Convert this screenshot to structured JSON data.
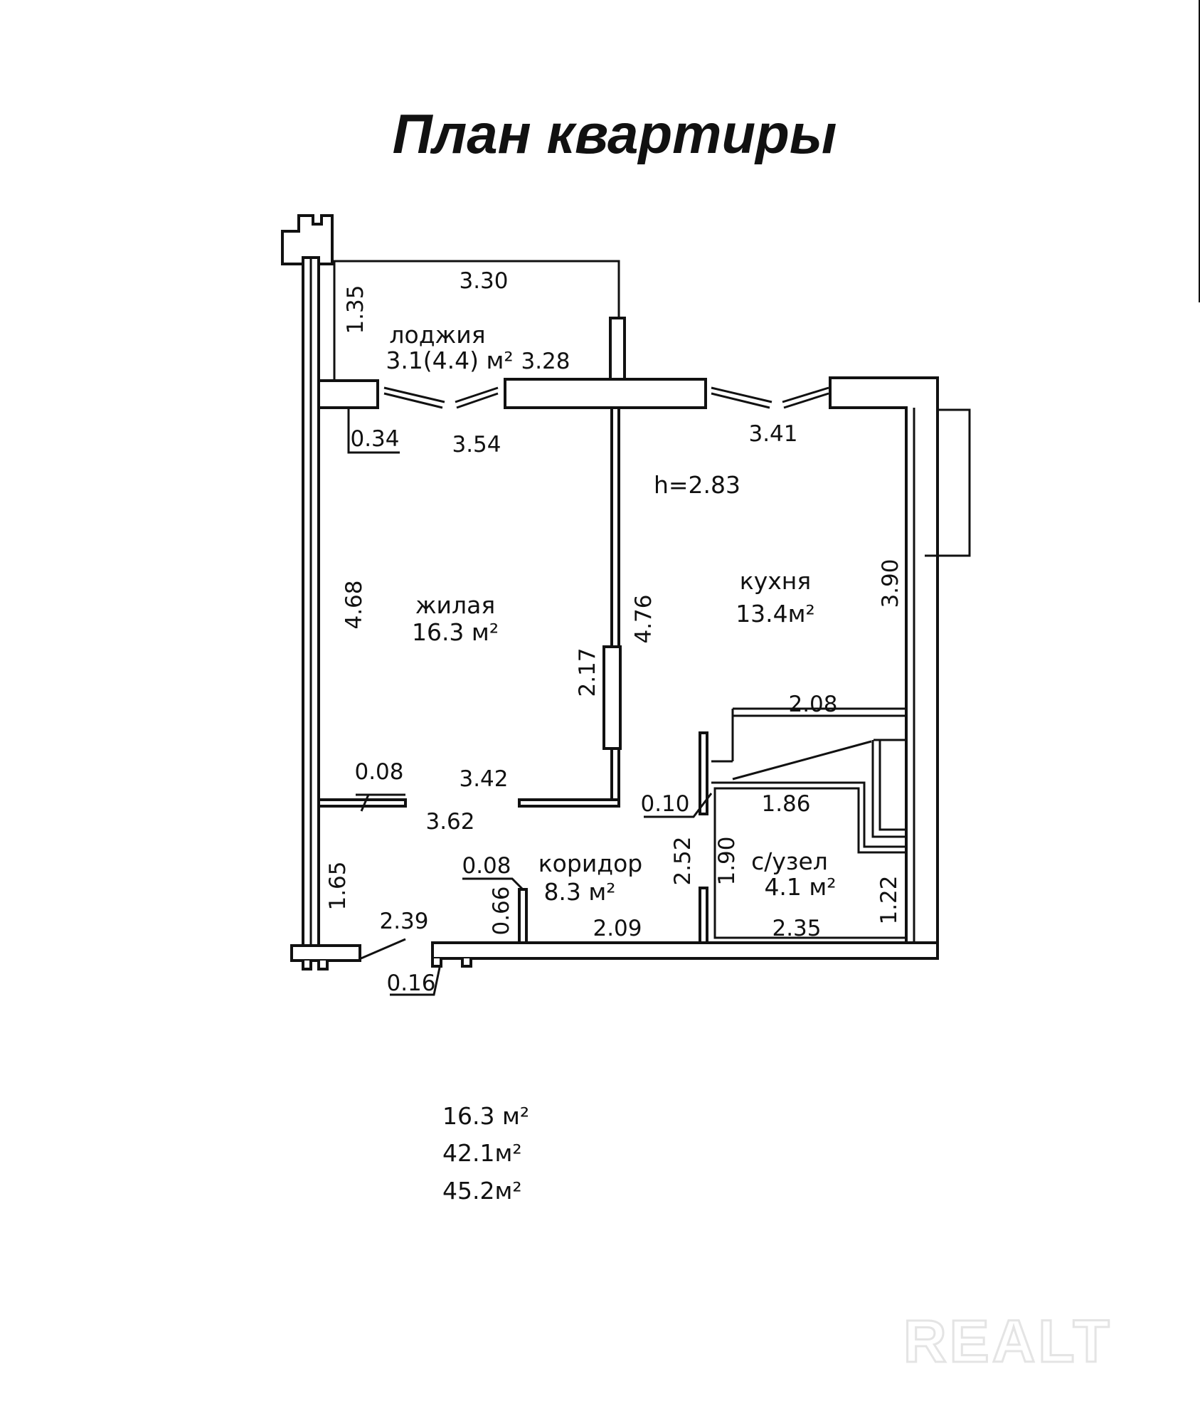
{
  "title": "План квартиры",
  "rooms": {
    "loggia": {
      "name": "лоджия",
      "area": "3.1(4.4) м²"
    },
    "living": {
      "name": "жилая",
      "area": "16.3 м²"
    },
    "kitchen": {
      "name": "кухня",
      "area": "13.4м²"
    },
    "corridor": {
      "name": "коридор",
      "area": "8.3 м²"
    },
    "bathroom": {
      "name": "с/узел",
      "area": "4.1 м²"
    }
  },
  "ceiling_height": "h=2.83",
  "dimensions": [
    "3.30",
    "1.35",
    "3.28",
    "0.34",
    "3.54",
    "3.41",
    "4.68",
    "4.76",
    "3.90",
    "2.17",
    "2.08",
    "0.08",
    "3.42",
    "0.10",
    "1.86",
    "3.62",
    "0.08",
    "2.52",
    "1.90",
    "1.65",
    "0.66",
    "2.09",
    "2.35",
    "1.22",
    "2.39",
    "0.16"
  ],
  "totals": {
    "living_area": "16.3 м²",
    "total_area": "42.1м²",
    "total_with_loggia": "45.2м²"
  },
  "watermark": "RealT"
}
